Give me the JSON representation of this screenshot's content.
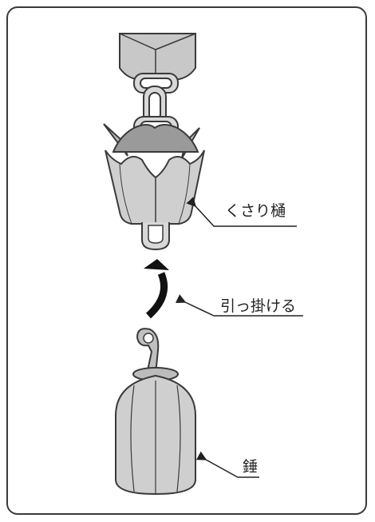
{
  "labels": {
    "chain_gutter": "くさり樋",
    "hook_on": "引っ掛ける",
    "weight": "錘"
  },
  "colors": {
    "outline": "#3a3a3a",
    "fill_light": "#cfcfcf",
    "fill_mid": "#bcbcbc",
    "fill_dark": "#9a9a9a",
    "arrow": "#111111"
  }
}
